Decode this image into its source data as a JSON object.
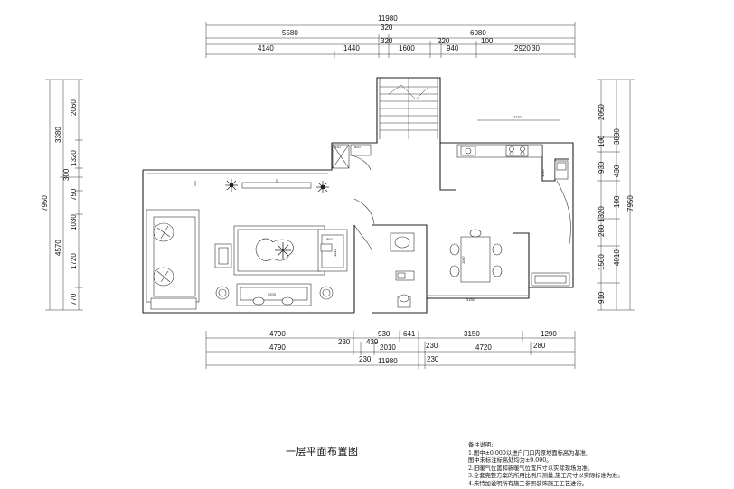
{
  "title": "一层平面布置图",
  "notes": {
    "heading": "备注说明:",
    "lines": [
      "1.图中±0.000以进户门口内原地面标高为基准,",
      "  图中未标注标高处均为±0.000。",
      "2.旧暖气位置和新暖气位置尺寸以实际现场为准。",
      "3.全套完整方案的所用比例尺测量,施工尺寸以实际标准为准。",
      "4.未特加说明所有施工参照装饰施工工艺进行。"
    ]
  },
  "dims": {
    "top_total": "11980",
    "top_r1": [
      "5580",
      "320",
      "6080"
    ],
    "top_r2": [
      "320",
      "220",
      "100"
    ],
    "top_r3": [
      "4140",
      "1440",
      "1600",
      "940",
      "2920",
      "30"
    ],
    "bot_r1": [
      "4790",
      "930",
      "641",
      "3150",
      "1290"
    ],
    "bot_r2": [
      "4790",
      "230",
      "439",
      "2010",
      "230",
      "4720",
      "280"
    ],
    "bot_r3": [
      "230",
      "230"
    ],
    "bot_total": "11980",
    "left_outer": [
      "3380",
      "4570"
    ],
    "left_total": "7950",
    "left_inner": [
      "2060",
      "1320",
      "300",
      "750",
      "1030",
      "1720",
      "770"
    ],
    "right_inner": [
      "2050",
      "100",
      "930",
      "1320",
      "280",
      "1500",
      "910"
    ],
    "right_mid": [
      "430",
      "100",
      "4010"
    ],
    "right_outer": [
      "3830"
    ],
    "right_total": "7950"
  },
  "room_labels": {
    "kitchen_width": "2737",
    "sofa_width": "2203",
    "closet_a": "830",
    "closet_b": "820",
    "dining_width": "3150",
    "tv_depth": "1142",
    "small_a": "892",
    "table": "1007",
    "side": "1190"
  }
}
